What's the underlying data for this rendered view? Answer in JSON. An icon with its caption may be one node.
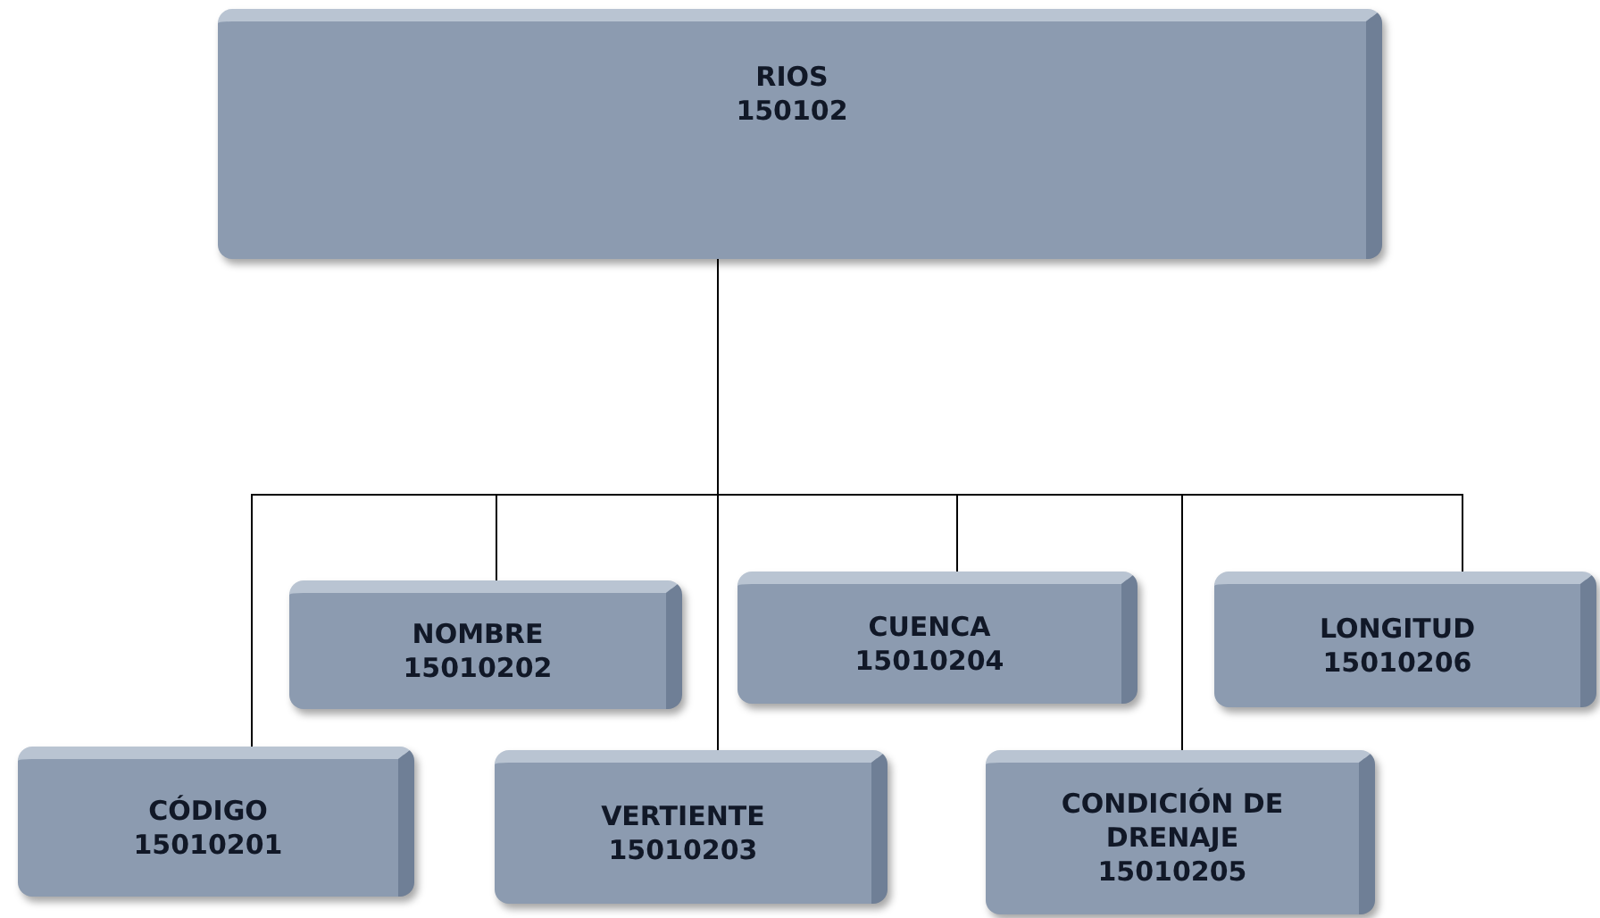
{
  "diagram": {
    "nodes": [
      {
        "text": [
          "RIOS",
          "150102"
        ]
      },
      {
        "text": [
          "CÓDIGO",
          "15010201"
        ]
      },
      {
        "text": [
          "NOMBRE",
          "15010202"
        ]
      },
      {
        "text": [
          "VERTIENTE",
          "15010203"
        ]
      },
      {
        "text": [
          "CUENCA",
          "15010204"
        ]
      },
      {
        "text": [
          "CONDICIÓN DE DRENAJE",
          "15010205"
        ]
      },
      {
        "text": [
          "LONGITUD",
          "15010206"
        ]
      }
    ],
    "edges": [
      {
        "from": 0,
        "to": 1,
        "arrow": "none"
      },
      {
        "from": 0,
        "to": 2,
        "arrow": "none"
      },
      {
        "from": 0,
        "to": 3,
        "arrow": "none"
      },
      {
        "from": 0,
        "to": 4,
        "arrow": "none"
      },
      {
        "from": 0,
        "to": 5,
        "arrow": "none"
      },
      {
        "from": 0,
        "to": 6,
        "arrow": "none"
      }
    ]
  }
}
